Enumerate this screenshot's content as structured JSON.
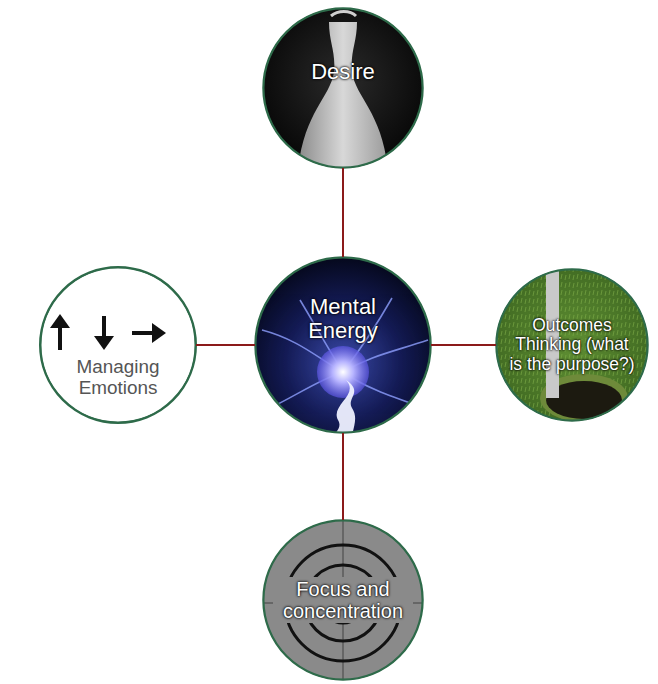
{
  "diagram": {
    "nodes": [
      {
        "text": [
          "Desire"
        ]
      },
      {
        "text": [
          "Managing Emotions"
        ]
      },
      {
        "text": [
          "Mental Energy"
        ]
      },
      {
        "text": [
          "Outcomes Thinking (what is the purpose?)"
        ]
      },
      {
        "text": [
          "Focus and concentration"
        ]
      }
    ],
    "edges": [
      {
        "from": 2,
        "to": 0,
        "arrow": "none"
      },
      {
        "from": 2,
        "to": 1,
        "arrow": "none"
      },
      {
        "from": 2,
        "to": 3,
        "arrow": "none"
      },
      {
        "from": 2,
        "to": 4,
        "arrow": "none"
      }
    ]
  }
}
